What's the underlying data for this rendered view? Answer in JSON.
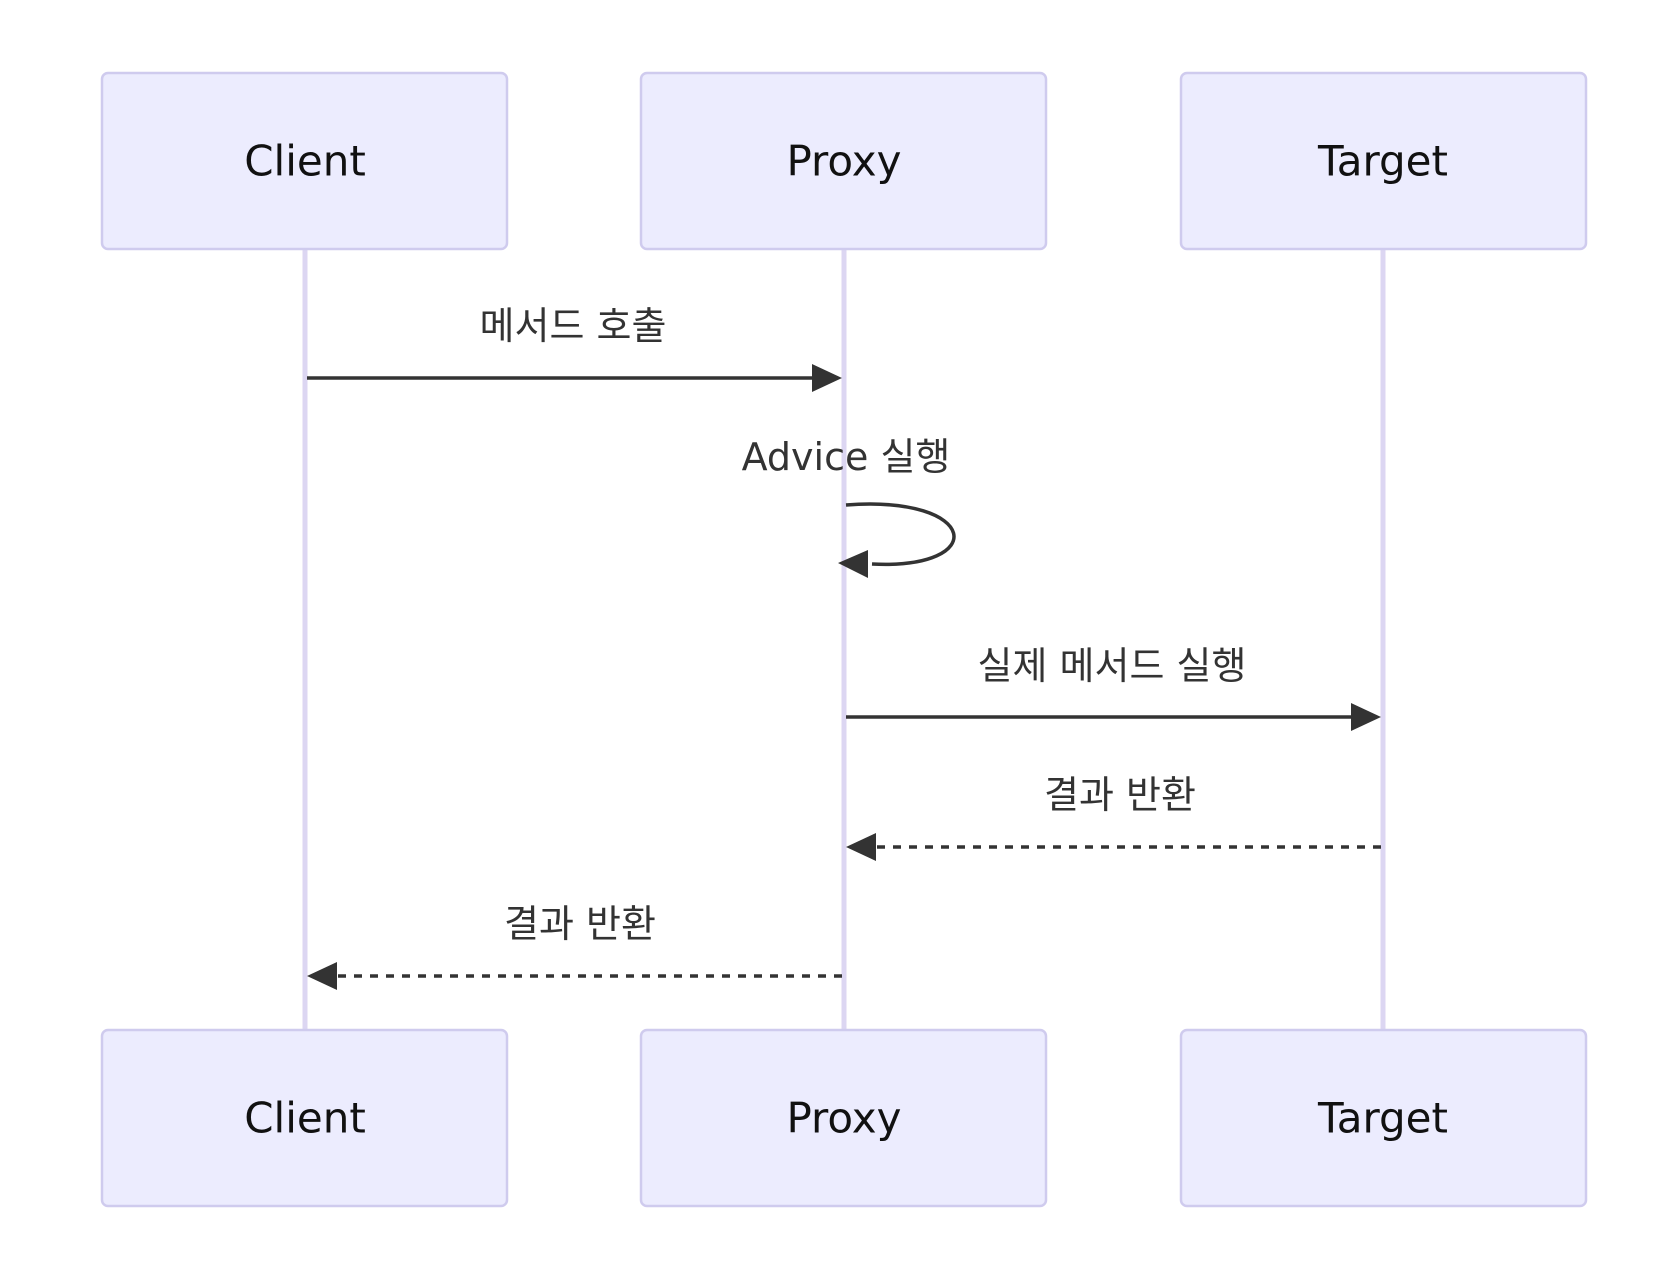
{
  "participants": [
    {
      "id": "client",
      "label": "Client"
    },
    {
      "id": "proxy",
      "label": "Proxy"
    },
    {
      "id": "target",
      "label": "Target"
    }
  ],
  "messages": [
    {
      "from": "client",
      "to": "proxy",
      "label": "메서드 호출",
      "style": "solid"
    },
    {
      "from": "proxy",
      "to": "proxy",
      "label": "Advice 실행",
      "style": "solid"
    },
    {
      "from": "proxy",
      "to": "target",
      "label": "실제 메서드 실행",
      "style": "solid"
    },
    {
      "from": "target",
      "to": "proxy",
      "label": "결과 반환",
      "style": "dashed"
    },
    {
      "from": "proxy",
      "to": "client",
      "label": "결과 반환",
      "style": "dashed"
    }
  ],
  "colors": {
    "actor_fill": "#ececfe",
    "actor_stroke": "#cfcbee",
    "lifeline": "#dcd6f2",
    "arrow": "#333333"
  }
}
